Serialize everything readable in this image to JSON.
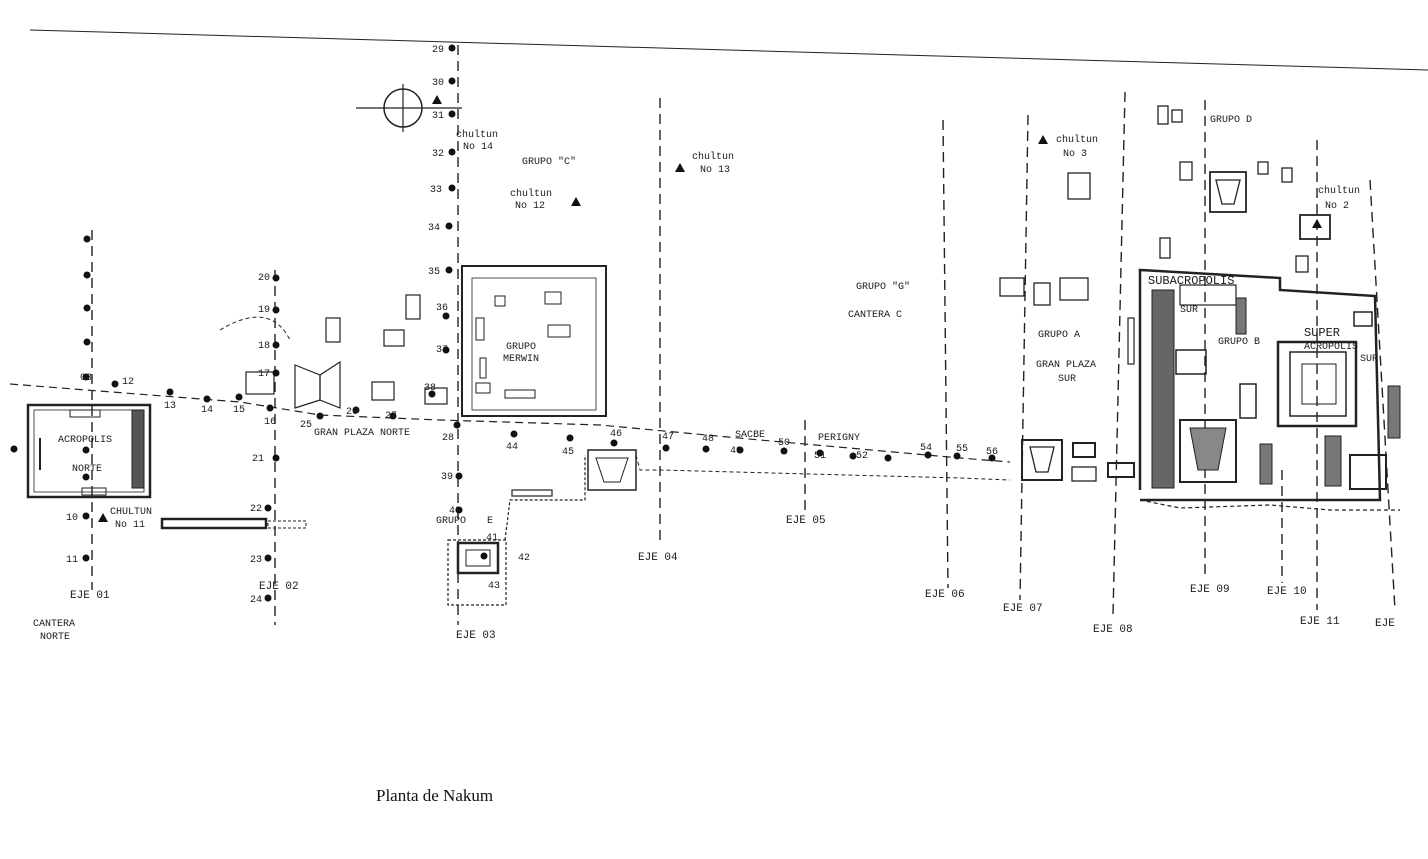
{
  "map": {
    "caption": "Planta de Nakum",
    "station_numbers": {
      "n03": "03",
      "n12": "12",
      "n13": "13",
      "n14": "14",
      "n15": "15",
      "n16": "16",
      "n17": "17",
      "n18": "18",
      "n19": "19",
      "n20": "20",
      "n21": "21",
      "n22": "22",
      "n23": "23",
      "n24": "24",
      "n25": "25",
      "n26": "26",
      "n27": "27",
      "n28": "28",
      "n29": "29",
      "n30": "30",
      "n31": "31",
      "n32": "32",
      "n33": "33",
      "n34": "34",
      "n35": "35",
      "n36": "36",
      "n37": "37",
      "n38": "38",
      "n39": "39",
      "n40": "40",
      "n41": "41",
      "n42": "42",
      "n43": "43",
      "n44": "44",
      "n45": "45",
      "n46": "46",
      "n47": "47",
      "n48": "48",
      "n49": "49",
      "n50": "50",
      "n51": "51",
      "n52": "52",
      "n54": "54",
      "n55": "55",
      "n56": "56",
      "n10": "10",
      "n11": "11"
    },
    "axes": {
      "eje01": "EJE 01",
      "eje02": "EJE 02",
      "eje03": "EJE 03",
      "eje04": "EJE 04",
      "eje05": "EJE 05",
      "eje06": "EJE 06",
      "eje07": "EJE 07",
      "eje08": "EJE 08",
      "eje09": "EJE 09",
      "eje10": "EJE 10",
      "eje11": "EJE 11",
      "eje12": "EJE"
    },
    "labels": {
      "chultun_14": "chultun",
      "chultun_14_no": "No 14",
      "chultun_13": "chultun",
      "chultun_13_no": "No 13",
      "chultun_12": "chultun",
      "chultun_12_no": "No 12",
      "chultun_11": "CHULTUN",
      "chultun_11_no": "No 11",
      "chultun_3": "chultun",
      "chultun_3_no": "No 3",
      "chultun_2": "chultun",
      "chultun_2_no": "No 2",
      "grupo_c": "GRUPO \"C\"",
      "grupo_g": "GRUPO \"G\"",
      "cantera_c": "CANTERA C",
      "grupo_merwin_1": "GRUPO",
      "grupo_merwin_2": "MERWIN",
      "gran_plaza_norte": "GRAN PLAZA NORTE",
      "acropolis_norte_1": "ACROPOLIS",
      "acropolis_norte_2": "NORTE",
      "grupo_e_1": "GRUPO",
      "grupo_e_2": "E",
      "sacbe_perigny_1": "SACBE",
      "sacbe_perigny_2": "PERIGNY",
      "grupo_a": "GRUPO A",
      "gran_plaza_sur_1": "GRAN PLAZA",
      "gran_plaza_sur_2": "SUR",
      "subacropolis_1": "SUBACROPOLIS",
      "subacropolis_2": "SUR",
      "grupo_b": "GRUPO B",
      "grupo_d": "GRUPO D",
      "super_acropolis_1": "SUPER",
      "super_acropolis_2": "ACROPOLIS",
      "super_acropolis_3": "SUR",
      "cantera_norte_1": "CANTERA",
      "cantera_norte_2": "NORTE"
    }
  }
}
